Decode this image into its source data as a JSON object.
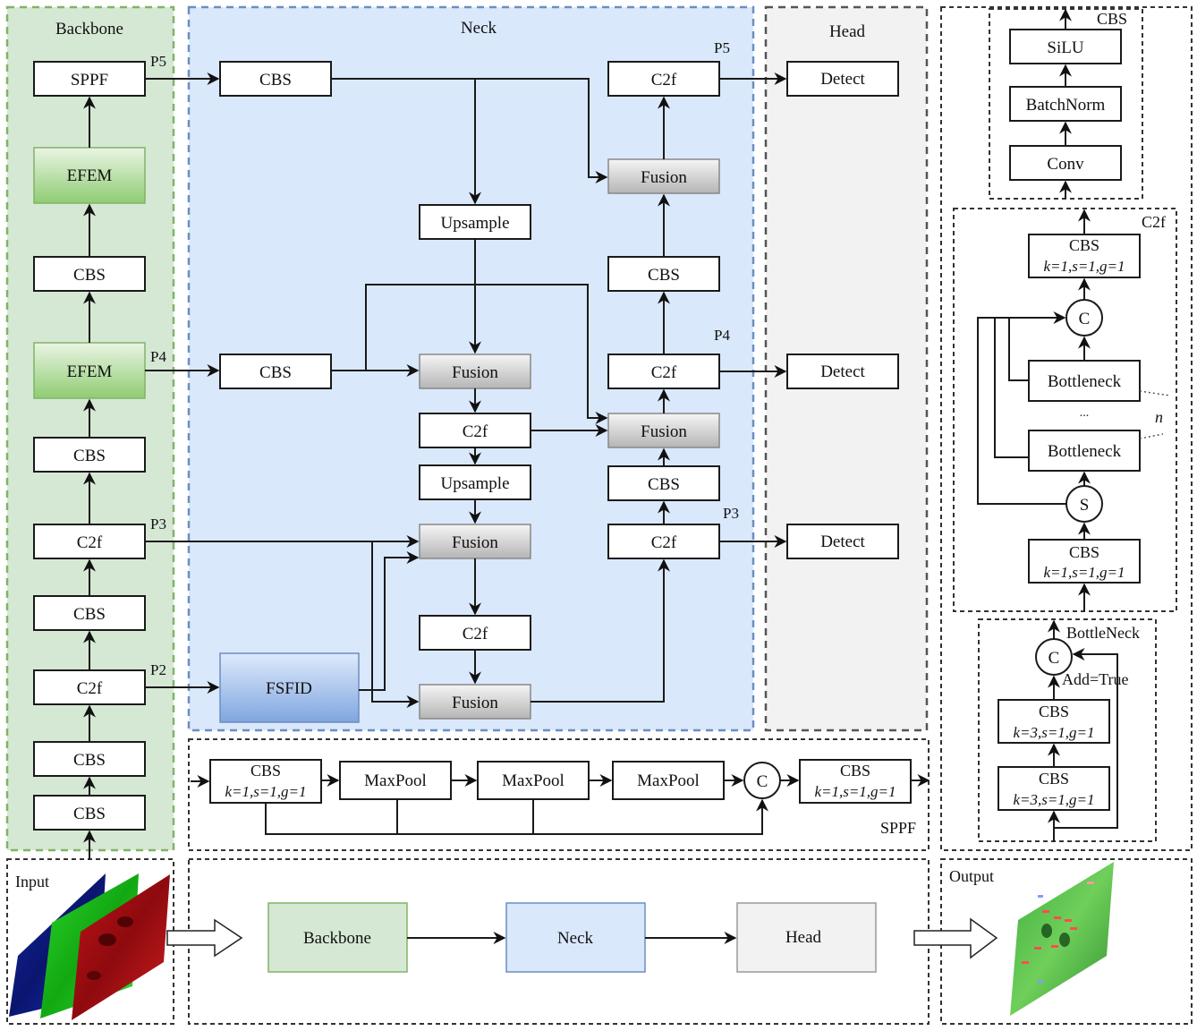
{
  "regions": {
    "backbone": {
      "label": "Backbone",
      "fill": "#d5e8d4",
      "border": "#82b366"
    },
    "neck": {
      "label": "Neck",
      "fill": "#dae8fc",
      "border": "#6c8ebf"
    },
    "head": {
      "label": "Head",
      "fill": "#f2f2f2",
      "border": "#555555"
    },
    "cbs_detail": {
      "label": "CBS"
    },
    "c2f_detail": {
      "label": "C2f"
    },
    "bottleneck_detail": {
      "label": "BottleNeck"
    },
    "sppf_detail": {
      "label": "SPPF"
    },
    "input": {
      "label": "Input"
    },
    "output": {
      "label": "Output"
    }
  },
  "backbone": {
    "nodes": [
      "CBS",
      "CBS",
      "C2f",
      "CBS",
      "C2f",
      "CBS",
      "EFEM",
      "CBS",
      "EFEM",
      "SPPF"
    ],
    "taps": {
      "p2": "P2",
      "p3": "P3",
      "p4": "P4",
      "p5": "P5"
    }
  },
  "neck": {
    "cbs_p5": "CBS",
    "cbs_p4": "CBS",
    "fsfid": "FSFID",
    "upsample1": "Upsample",
    "fusion1": "Fusion",
    "c2f1": "C2f",
    "upsample2": "Upsample",
    "fusion2": "Fusion",
    "c2f2": "C2f",
    "fusion3": "Fusion",
    "c2f_p3": "C2f",
    "cbs_r1": "CBS",
    "fusion4": "Fusion",
    "c2f_p4": "C2f",
    "cbs_r2": "CBS",
    "fusion5": "Fusion",
    "c2f_p5": "C2f",
    "labels": {
      "p3": "P3",
      "p4": "P4",
      "p5": "P5"
    }
  },
  "head": {
    "detect": [
      "Detect",
      "Detect",
      "Detect"
    ]
  },
  "cbs_detail": {
    "nodes": [
      "SiLU",
      "BatchNorm",
      "Conv"
    ]
  },
  "c2f_detail": {
    "top_cbs": "CBS",
    "top_params": "k=1,s=1,g=1",
    "concat": "C",
    "bottleneck1": "Bottleneck",
    "ellipsis": "...",
    "bottleneck2": "Bottleneck",
    "n_label": "n",
    "split": "S",
    "bottom_cbs": "CBS",
    "bottom_params": "k=1,s=1,g=1"
  },
  "bottleneck_detail": {
    "concat": "C",
    "add_label": "Add=True",
    "cbs1": "CBS",
    "cbs1_params": "k=3,s=1,g=1",
    "cbs2": "CBS",
    "cbs2_params": "k=3,s=1,g=1"
  },
  "sppf_detail": {
    "cbs_in": "CBS",
    "cbs_in_params": "k=1,s=1,g=1",
    "maxpool": [
      "MaxPool",
      "MaxPool",
      "MaxPool"
    ],
    "concat": "C",
    "cbs_out": "CBS",
    "cbs_out_params": "k=1,s=1,g=1"
  },
  "pipeline": {
    "backbone": "Backbone",
    "neck": "Neck",
    "head": "Head"
  }
}
